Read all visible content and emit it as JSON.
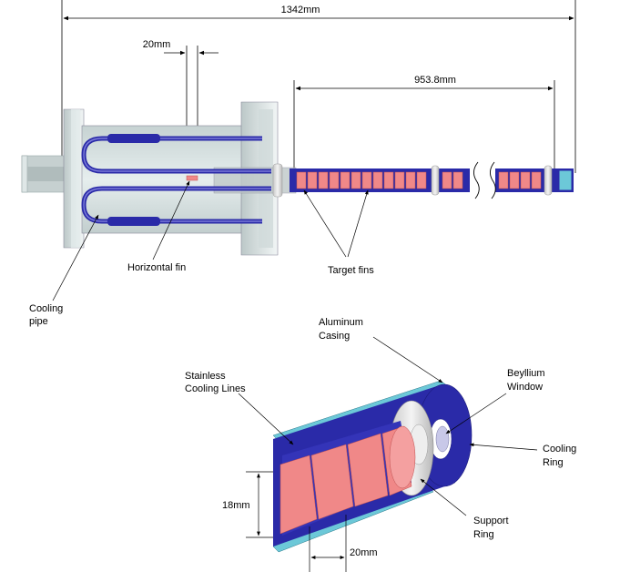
{
  "dimensions": {
    "total_length": "1342mm",
    "target_length": "953.8mm",
    "fin_gap_top": "20mm",
    "diameter": "18mm",
    "fin_gap_bottom": "20mm"
  },
  "labels": {
    "cooling_pipe": [
      "Cooling",
      "pipe"
    ],
    "horizontal_fin": "Horizontal fin",
    "target_fins": "Target fins",
    "aluminum_casing": [
      "Aluminum",
      "Casing"
    ],
    "stainless_lines": [
      "Stainless",
      "Cooling Lines"
    ],
    "beryllium_window": [
      "Beyllium",
      "Window"
    ],
    "cooling_ring": [
      "Cooling",
      "Ring"
    ],
    "support_ring": [
      "Support",
      "Ring"
    ]
  },
  "colors": {
    "casing": "#d8e2e2",
    "flange": "#e8eeee",
    "pipe": "#2a2aa8",
    "fin": "#f08888",
    "cyan": "#6cc8d8",
    "ring": "#d8d8d8"
  }
}
